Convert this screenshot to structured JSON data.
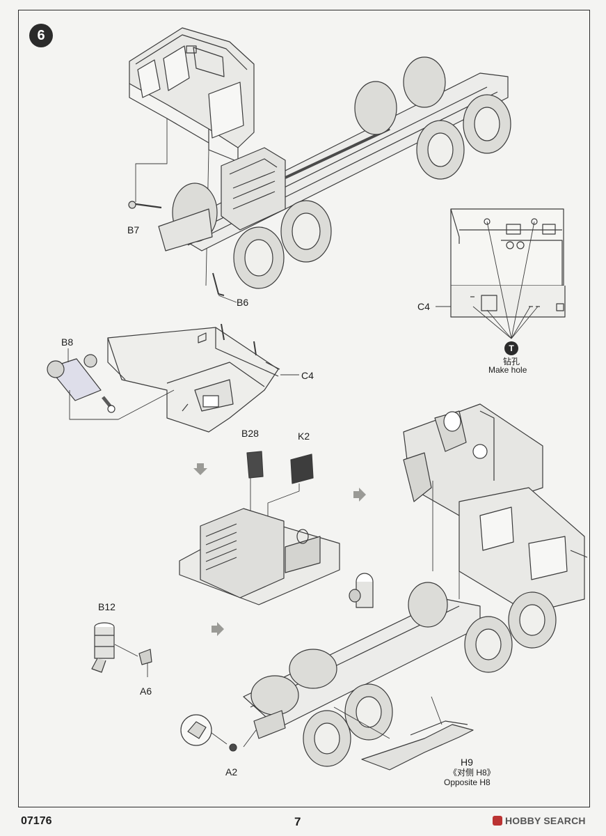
{
  "step": {
    "number": "6"
  },
  "parts": {
    "b7": "B7",
    "b6": "B6",
    "b8": "B8",
    "c4_top": "C4",
    "c4_detail": "C4",
    "b28": "B28",
    "k2": "K2",
    "b12": "B12",
    "a6": "A6",
    "a2": "A2",
    "h9": "H9"
  },
  "notes": {
    "drill_zh": "钻孔",
    "drill_en": "Make hole",
    "drill_icon": "drill-icon",
    "opposite_zh": "《对侧 H8》",
    "opposite_en": "Opposite H8"
  },
  "footer": {
    "model_code": "07176",
    "page_number": "7",
    "watermark": "HOBBY SEARCH"
  }
}
